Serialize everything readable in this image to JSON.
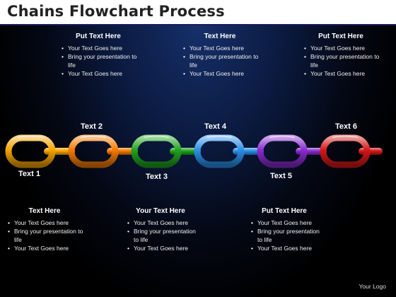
{
  "title": "Chains Flowchart Process",
  "top_blocks": [
    {
      "title": "Put Text Here",
      "bullets": [
        "Your Text Goes here",
        "Bring your presentation to life",
        "Your Text Goes here"
      ]
    },
    {
      "title": "Text Here",
      "bullets": [
        "Your Text Goes here",
        "Bring your presentation to life",
        "Your Text Goes here"
      ]
    },
    {
      "title": "Put Text Here",
      "bullets": [
        "Your Text Goes here",
        "Bring your presentation to life",
        "Your Text Goes here"
      ]
    }
  ],
  "bottom_blocks": [
    {
      "title": "Text Here",
      "bullets": [
        "Your Text Goes here",
        "Bring your presentation to life",
        "Your Text Goes here"
      ]
    },
    {
      "title": "Your Text Here",
      "bullets": [
        "Your Text Goes here",
        "Bring your presentation to life",
        "Your Text Goes here"
      ]
    },
    {
      "title": "Put Text Here",
      "bullets": [
        "Your Text Goes here",
        "Bring your presentation to life",
        "Your Text Goes here"
      ]
    }
  ],
  "chain_labels": [
    "Text 1",
    "Text 2",
    "Text 3",
    "Text 4",
    "Text 5",
    "Text 6"
  ],
  "chain_colors": [
    "#f5a400",
    "#f57a00",
    "#1fa31f",
    "#2a8fe8",
    "#8a2ad0",
    "#d41818"
  ],
  "logo": "Your Logo"
}
